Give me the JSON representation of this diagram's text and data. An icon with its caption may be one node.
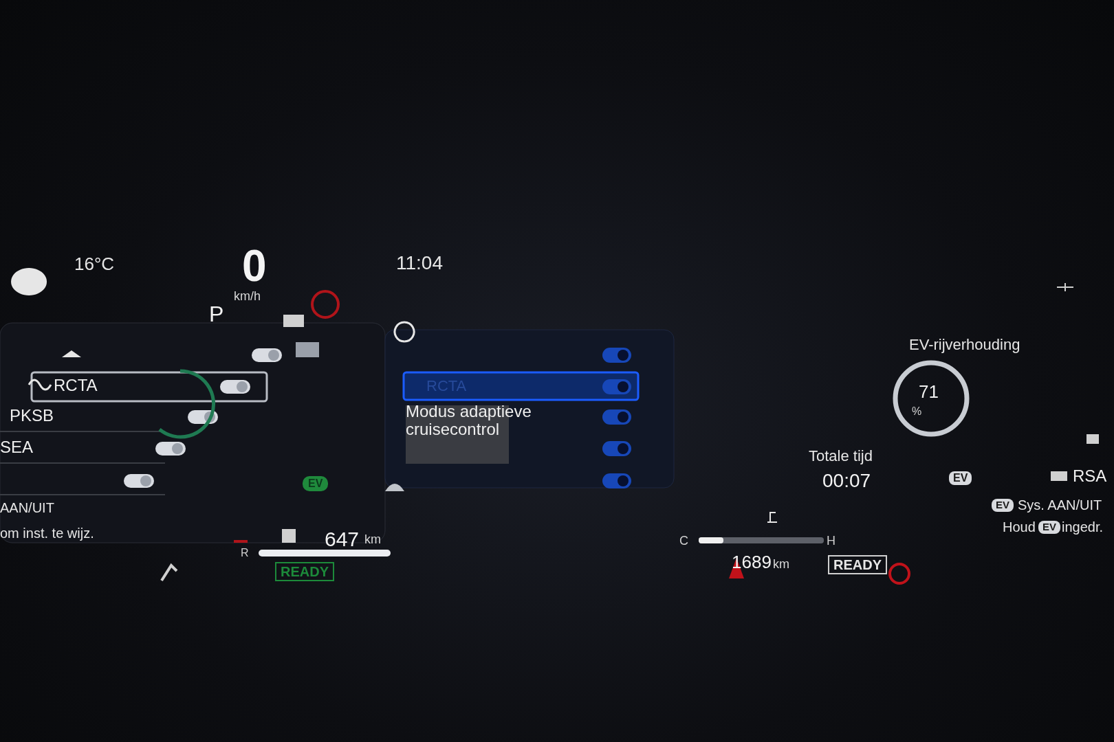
{
  "diagram": {
    "labels": [
      "16°C",
      "0",
      "km/h",
      "11:04",
      "P",
      "EV-rijverhouding",
      "RCTA",
      "RCTA",
      "71",
      "%",
      "Modus adaptieve cruisecontrol",
      "PKSB",
      "SEA",
      "Totale tijd",
      "00:07",
      "RSA",
      "EV",
      "EV",
      "AAN/UIT",
      "EV",
      "Sys. AAN/UIT",
      "om inst. te wijz.",
      "Houd",
      "EV",
      "ingedr.",
      "647",
      "km",
      "R",
      "READY",
      "C",
      "H",
      "1689",
      "km",
      "READY"
    ]
  }
}
